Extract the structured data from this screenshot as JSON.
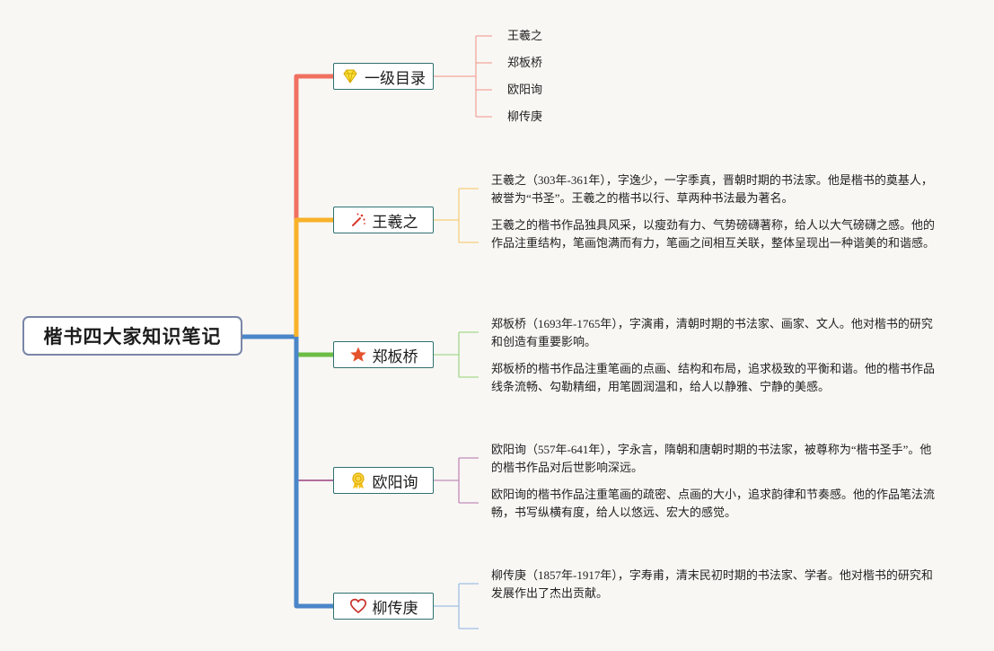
{
  "root": {
    "title": "楷书四大家知识笔记"
  },
  "colors": {
    "branch1": "#f07060",
    "branch2": "#f8b22a",
    "branch3": "#6dbd45",
    "branch4": "#9b3f80",
    "branch5": "#4a86c8",
    "leaf1": "#f2a59b",
    "leaf2": "#f8cd7c",
    "leaf3": "#a6d88c",
    "leaf4": "#c28bb6",
    "leaf5": "#a0c0e4"
  },
  "topics": [
    {
      "label": "一级目录",
      "icon": "diamond-icon"
    },
    {
      "label": "王羲之",
      "icon": "magic-wand-icon"
    },
    {
      "label": "郑板桥",
      "icon": "star-icon"
    },
    {
      "label": "欧阳询",
      "icon": "award-ribbon-icon"
    },
    {
      "label": "柳传庚",
      "icon": "heart-icon"
    }
  ],
  "directory": [
    "王羲之",
    "郑板桥",
    "欧阳询",
    "柳传庚"
  ],
  "notes": {
    "wang": [
      "王羲之（303年-361年），字逸少，一字季真，晋朝时期的书法家。他是楷书的奠基人，被誉为“书圣”。王羲之的楷书以行、草两种书法最为著名。",
      "王羲之的楷书作品独具风采，以瘦劲有力、气势磅礴著称，给人以大气磅礴之感。他的作品注重结构，笔画饱满而有力，笔画之间相互关联，整体呈现出一种谐美的和谐感。"
    ],
    "zheng": [
      "郑板桥（1693年-1765年），字演甫，清朝时期的书法家、画家、文人。他对楷书的研究和创造有重要影响。",
      "郑板桥的楷书作品注重笔画的点画、结构和布局，追求极致的平衡和谐。他的楷书作品线条流畅、勾勒精细，用笔圆润温和，给人以静雅、宁静的美感。"
    ],
    "ouyang": [
      "欧阳询（557年-641年），字永言，隋朝和唐朝时期的书法家，被尊称为“楷书圣手”。他的楷书作品对后世影响深远。",
      "欧阳询的楷书作品注重笔画的疏密、点画的大小，追求韵律和节奏感。他的作品笔法流畅，书写纵横有度，给人以悠远、宏大的感觉。"
    ],
    "liu": [
      "柳传庚（1857年-1917年），字寿甫，清末民初时期的书法家、学者。他对楷书的研究和发展作出了杰出贡献。"
    ]
  }
}
